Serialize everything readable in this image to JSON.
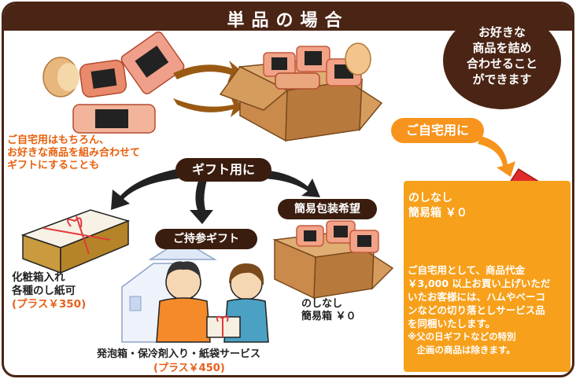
{
  "title": "単品の場合",
  "speech_bubble": {
    "lines": [
      "お好きな",
      "商品を詰め",
      "合わせること",
      "ができます"
    ]
  },
  "gift_note": {
    "lines": [
      "ご自宅用はもちろん、",
      "お好きな商品を組み合わせて",
      "ギフトにすることも"
    ]
  },
  "labels": {
    "home_use": "ご自宅用に",
    "gift_use": "ギフト用に",
    "simple_wrap": "簡易包装希望",
    "bring_gift": "ご持参ギフト"
  },
  "cosmetic_box": {
    "line1": "化粧箱入れ",
    "line2": "各種のし紙可",
    "price": "(プラス￥350)"
  },
  "styrofoam": {
    "line1": "発泡箱・保冷剤入り・紙袋サービス",
    "price": "(プラス￥450)"
  },
  "simple_box": {
    "line1": "のしなし",
    "line2": "簡易箱 ￥０"
  },
  "home_panel": {
    "heading1": "のしなし",
    "heading2": "簡易箱 ￥０",
    "body_lines": [
      "ご自宅用として、商品代金",
      "￥3,000 以上お買い上げいただ",
      "いたお客様には、ハムやベーコ",
      "ンなどの切り落としサービス品",
      "を同梱いたします。",
      "※父の日ギフトなどの特別",
      "　企画の商品は除きます。"
    ]
  },
  "colors": {
    "banner": "#4a2414",
    "accent_orange": "#f7941d",
    "note_orange": "#e8600c",
    "cardboard": "#c98a4b"
  }
}
